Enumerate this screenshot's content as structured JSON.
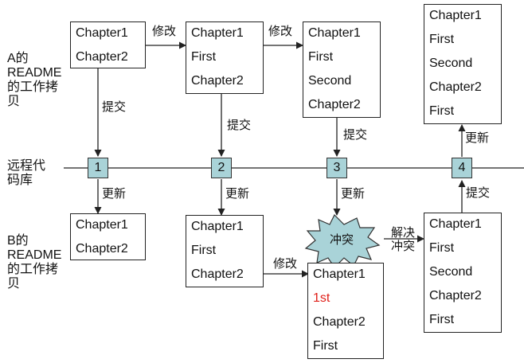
{
  "side_labels": {
    "a_readme": "A的\nREADME\n的工作拷\n贝",
    "remote": "远程代\n码库",
    "b_readme": "B的\nREADME\n的工作拷\n贝"
  },
  "nodes": [
    "1",
    "2",
    "3",
    "4"
  ],
  "a_boxes": [
    [
      "Chapter1",
      "Chapter2"
    ],
    [
      "Chapter1",
      "First",
      "Chapter2"
    ],
    [
      "Chapter1",
      "First",
      "Second",
      "Chapter2"
    ],
    [
      "Chapter1",
      "First",
      "Second",
      "Chapter2",
      "First"
    ]
  ],
  "b_boxes": [
    [
      "Chapter1",
      "Chapter2"
    ],
    [
      "Chapter1",
      "First",
      "Chapter2"
    ],
    [
      "Chapter1",
      "1st",
      "Chapter2",
      "First"
    ],
    [
      "Chapter1",
      "First",
      "Second",
      "Chapter2",
      "First"
    ]
  ],
  "highlight_line": "1st",
  "arrow_labels": {
    "modify": "修改",
    "commit": "提交",
    "update": "更新",
    "resolve": "解决\n冲突"
  },
  "conflict": "冲突",
  "colors": {
    "node_fill": "#a9d3d8",
    "conflict_fill": "#a9d3d8",
    "highlight": "#e0201a"
  }
}
